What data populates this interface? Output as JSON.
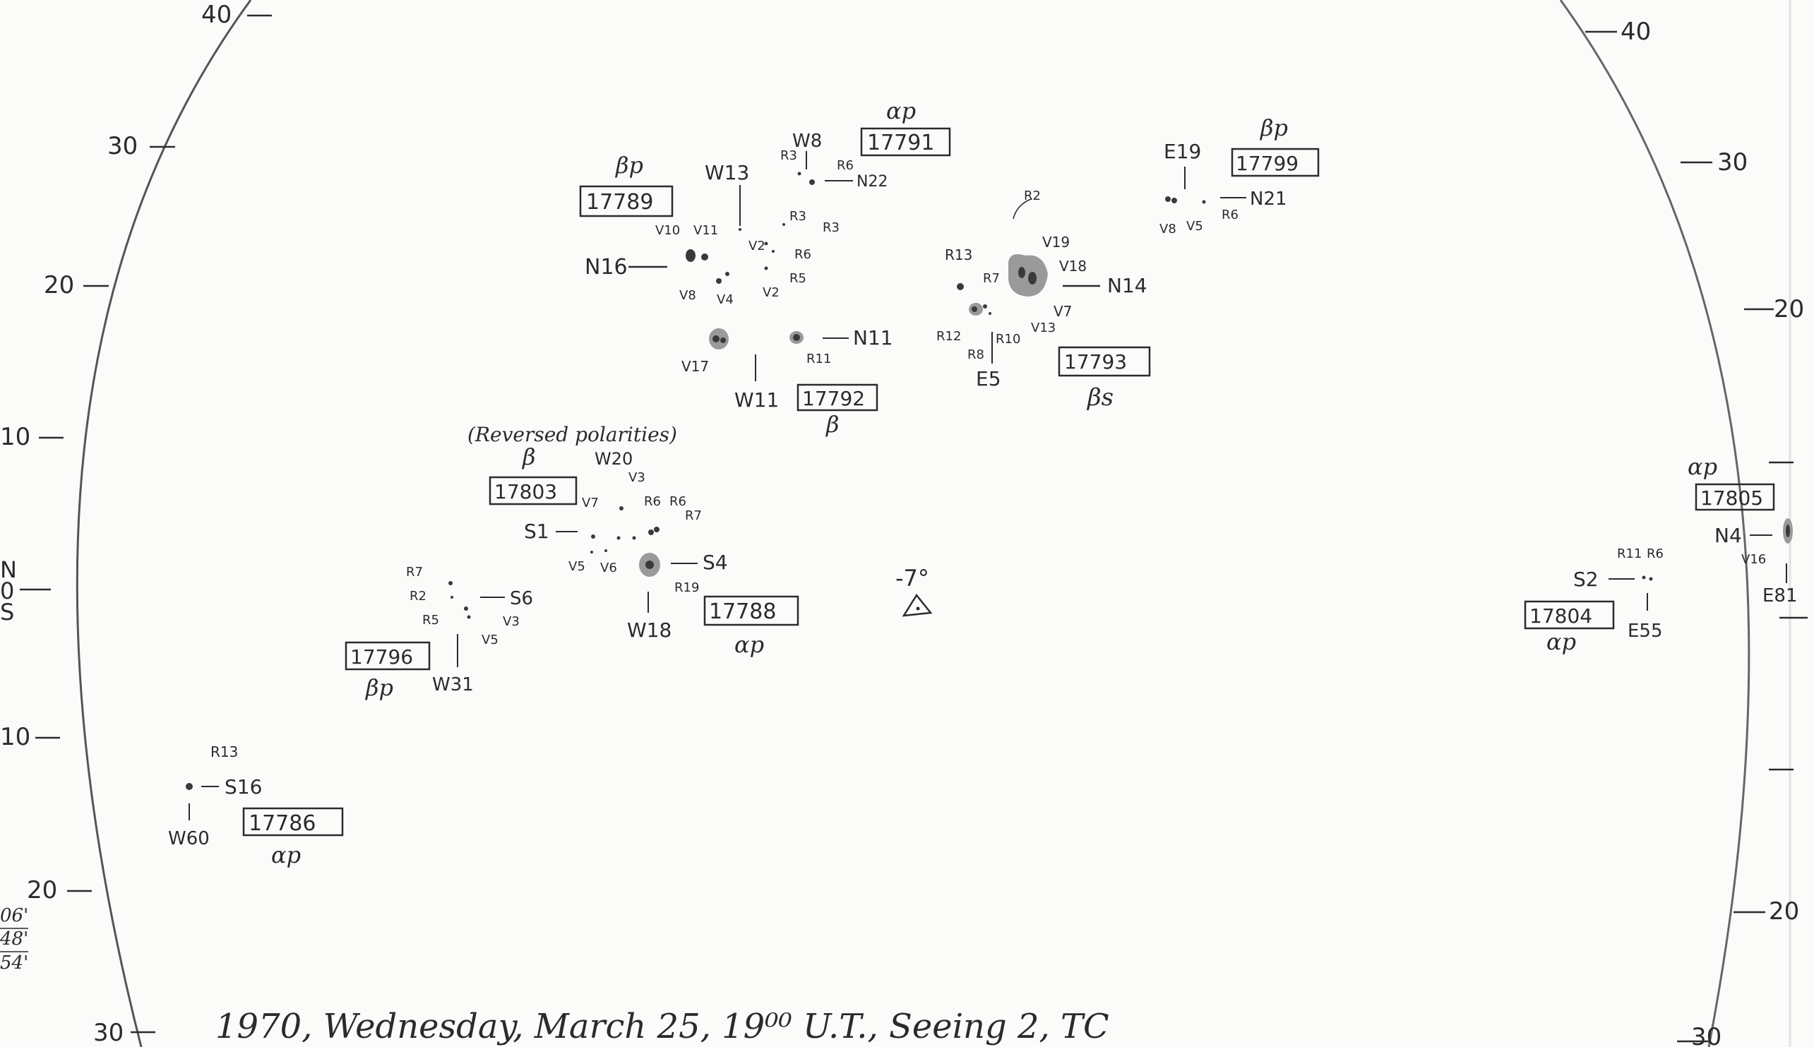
{
  "caption": "1970, Wednesday, March 25, 19⁰⁰ U.T., Seeing 2, TC",
  "center_mark": "-7°",
  "limb_notes": {
    "north": "N",
    "zero": "0",
    "south": "S",
    "corner": [
      "06'",
      "48'",
      "54'"
    ]
  },
  "left_ticks": [
    {
      "label": "40"
    },
    {
      "label": "30"
    },
    {
      "label": "20"
    },
    {
      "label": "10"
    },
    {
      "label": "10"
    },
    {
      "label": "20"
    },
    {
      "label": "30"
    }
  ],
  "right_ticks": [
    {
      "label": "40"
    },
    {
      "label": "30"
    },
    {
      "label": "20"
    },
    {
      "label": ""
    },
    {
      "label": ""
    },
    {
      "label": "20"
    },
    {
      "label": "30"
    }
  ],
  "regions": [
    {
      "number": "17791",
      "class": "αp",
      "coords": [
        "W8",
        "N22"
      ],
      "notes": [
        "R3",
        "R6"
      ]
    },
    {
      "number": "17789",
      "class": "βp",
      "coords": [
        "W13",
        "N16"
      ],
      "notes": [
        "V10",
        "V11",
        "V8",
        "V4",
        "V2",
        "V2",
        "R3",
        "R3",
        "R6",
        "R5"
      ]
    },
    {
      "number": "17792",
      "class": "β",
      "coords": [
        "W11",
        "N11"
      ],
      "notes": [
        "V17",
        "R11"
      ]
    },
    {
      "number": "17793",
      "class": "βs",
      "coords": [
        "E5",
        "N14"
      ],
      "notes": [
        "R2",
        "R13",
        "R7",
        "V19",
        "V18",
        "V7",
        "V13",
        "R12",
        "R8",
        "R10"
      ]
    },
    {
      "number": "17799",
      "class": "βp",
      "coords": [
        "E19",
        "N21"
      ],
      "notes": [
        "V8",
        "V5",
        "R6"
      ]
    },
    {
      "number": "17803",
      "class": "β",
      "coords": [
        "W20",
        "S1"
      ],
      "notes": [
        "(Reversed polarities)",
        "V3",
        "V7",
        "V5",
        "V6",
        "R6",
        "R6",
        "R7"
      ]
    },
    {
      "number": "17788",
      "class": "αp",
      "coords": [
        "W18",
        "S4"
      ],
      "notes": [
        "R19"
      ]
    },
    {
      "number": "17796",
      "class": "βp",
      "coords": [
        "W31",
        "S6"
      ],
      "notes": [
        "R7",
        "R2",
        "R5",
        "V3",
        "V5"
      ]
    },
    {
      "number": "17786",
      "class": "αp",
      "coords": [
        "W60",
        "S16"
      ],
      "notes": [
        "R13"
      ]
    },
    {
      "number": "17804",
      "class": "αp",
      "coords": [
        "E55",
        "S2"
      ],
      "notes": [
        "R11",
        "R6"
      ]
    },
    {
      "number": "17805",
      "class": "αp",
      "coords": [
        "E81",
        "N4"
      ],
      "notes": [
        "V16"
      ]
    }
  ],
  "colors": {
    "ink": "#2b2b2b",
    "paper": "#fbfbfa",
    "spot": "#3a3a3a",
    "penumbra": "#9a9a9a"
  }
}
